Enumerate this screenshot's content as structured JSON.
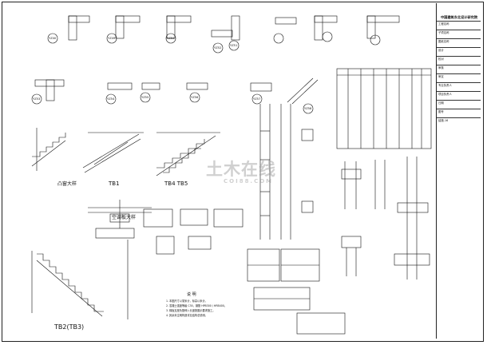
{
  "labels": {
    "top_row": [
      "YZ40",
      "YZ49",
      "YZ50",
      "YZ51",
      "YZ52"
    ],
    "second_row": [
      "YZ53",
      "YZ54",
      "YZ55",
      "YZ56",
      "YZ57",
      "YZ58"
    ]
  },
  "stair_titles": {
    "a": "凸窗大样",
    "tb": "TB1",
    "tb45": "TB4 TB5",
    "corner_detail": "空调板大样",
    "tb23": "TB2(TB3)"
  },
  "notes": {
    "title": "说  明",
    "lines": [
      "1. 本图尺寸以毫米计，标高以米计。",
      "2. 混凝土强度等级 C30，钢筋 HPB300 / HRB400。",
      "3. 梯板支座负筋伸入长度按图示要求施工。",
      "4. 其余未注明构造详见结构总说明。"
    ]
  },
  "title_block": {
    "firm": "中国建筑东北设计研究院",
    "rows": [
      "工程名称",
      "子项名称",
      "图纸名称",
      "设计",
      "校对",
      "审核",
      "审定",
      "专业负责人",
      "项目负责人",
      "日期",
      "图号"
    ],
    "sheet_no": "结施-16"
  },
  "watermark": {
    "text": "土木在线",
    "sub": "COI88.COM"
  }
}
